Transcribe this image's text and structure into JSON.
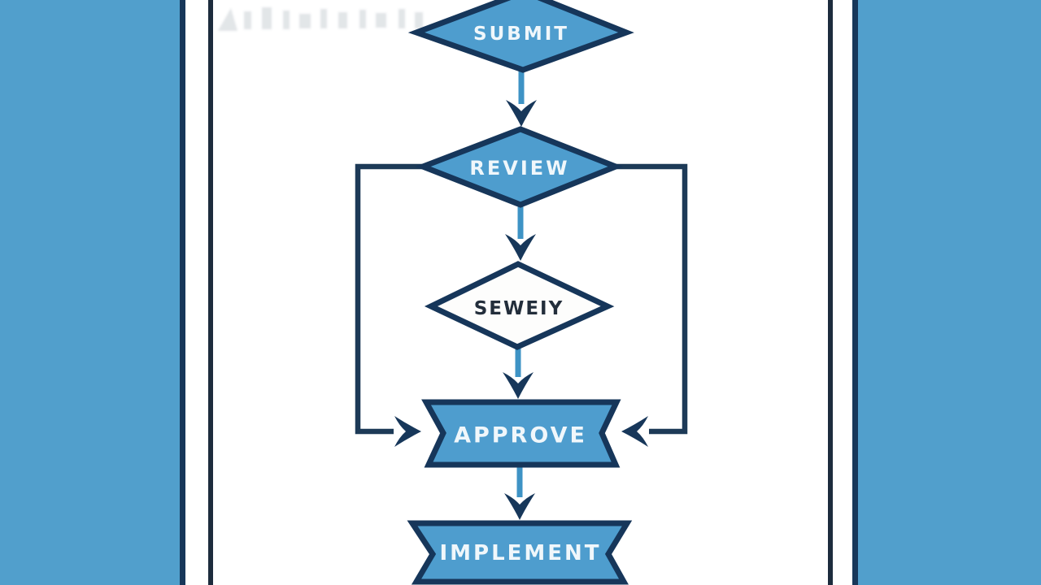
{
  "colors": {
    "background": "#ffffff",
    "panel_blue": "#519fcc",
    "node_fill_blue": "#4e9dce",
    "node_fill_white": "#fdfdfc",
    "border_navy": "#16365a",
    "bypass_line_navy": "#1d3a57",
    "frame_line_dark": "#1d2c3d",
    "arrow_shaft_blue": "#3e93c5",
    "label_light": "#f0f7fb",
    "label_dark": "#232e3b"
  },
  "diagram": {
    "type": "flowchart",
    "nodes": [
      {
        "id": "submit",
        "label": "SUBMIT",
        "shape": "diamond",
        "fill": "#4e9dce"
      },
      {
        "id": "review",
        "label": "REVIEW",
        "shape": "diamond",
        "fill": "#4e9dce"
      },
      {
        "id": "severity",
        "label": "SEWEIY",
        "shape": "diamond",
        "fill": "#fdfdfc"
      },
      {
        "id": "approve",
        "label": "APPROVE",
        "shape": "ribbon-banner",
        "fill": "#4e9dce"
      },
      {
        "id": "implement",
        "label": "IMPLEMENT",
        "shape": "ribbon-banner",
        "fill": "#4e9dce"
      }
    ],
    "edges": [
      {
        "from": "submit",
        "to": "review",
        "style": "straight-arrow-down"
      },
      {
        "from": "review",
        "to": "severity",
        "style": "straight-arrow-down"
      },
      {
        "from": "severity",
        "to": "approve",
        "style": "straight-arrow-down"
      },
      {
        "from": "approve",
        "to": "implement",
        "style": "straight-arrow-down"
      },
      {
        "from": "review",
        "to": "approve",
        "style": "bypass-left-elbow"
      },
      {
        "from": "review",
        "to": "approve",
        "style": "bypass-right-elbow"
      }
    ]
  }
}
